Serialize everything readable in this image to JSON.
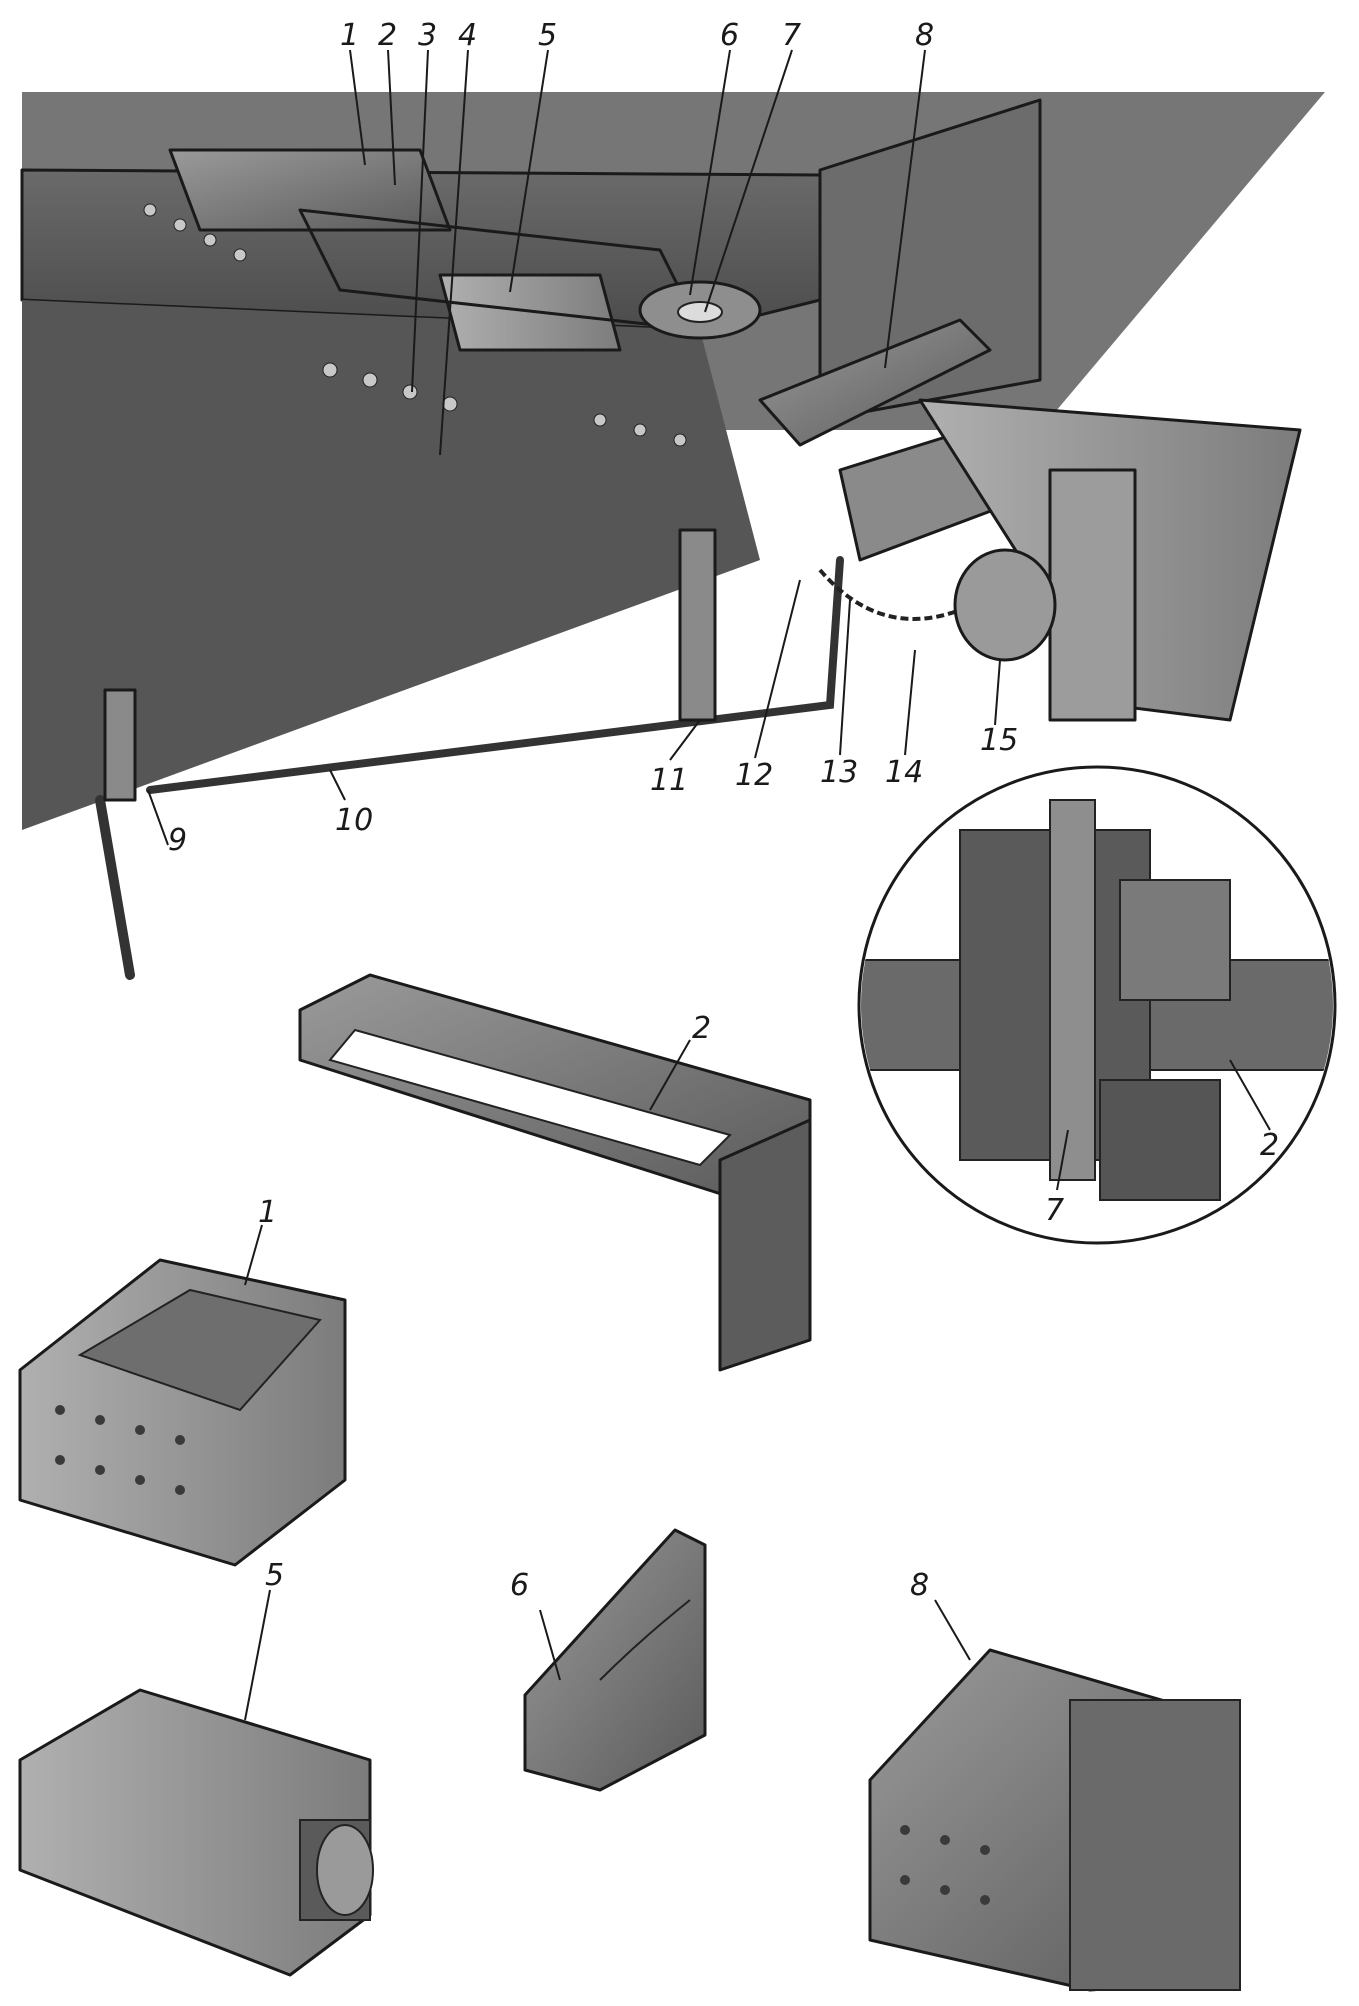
{
  "figure": {
    "kind": "technical-illustration",
    "subject": "automatic coupler draft gear assembly with exploded parts",
    "palette": {
      "bg": "#ffffff",
      "ink": "#1a1a1a",
      "metal_dark": "#4a4a4a",
      "metal_mid": "#7a7a7a",
      "metal_light": "#a8a8a8",
      "frame": "#5e5e5e"
    }
  },
  "callouts": {
    "main": [
      {
        "id": "c1",
        "text": "1"
      },
      {
        "id": "c2",
        "text": "2"
      },
      {
        "id": "c3",
        "text": "3"
      },
      {
        "id": "c4",
        "text": "4"
      },
      {
        "id": "c5",
        "text": "5"
      },
      {
        "id": "c6",
        "text": "6"
      },
      {
        "id": "c7",
        "text": "7"
      },
      {
        "id": "c8",
        "text": "8"
      },
      {
        "id": "c9",
        "text": "9"
      },
      {
        "id": "c10",
        "text": "10"
      },
      {
        "id": "c11",
        "text": "11"
      },
      {
        "id": "c12",
        "text": "12"
      },
      {
        "id": "c13",
        "text": "13"
      },
      {
        "id": "c14",
        "text": "14"
      },
      {
        "id": "c15",
        "text": "15"
      }
    ],
    "inset": [
      {
        "id": "i2",
        "text": "2"
      },
      {
        "id": "i7",
        "text": "7"
      }
    ],
    "parts": [
      {
        "id": "p2",
        "text": "2"
      },
      {
        "id": "p1",
        "text": "1"
      },
      {
        "id": "p6",
        "text": "6"
      },
      {
        "id": "p5",
        "text": "5"
      },
      {
        "id": "p8",
        "text": "8"
      }
    ]
  }
}
